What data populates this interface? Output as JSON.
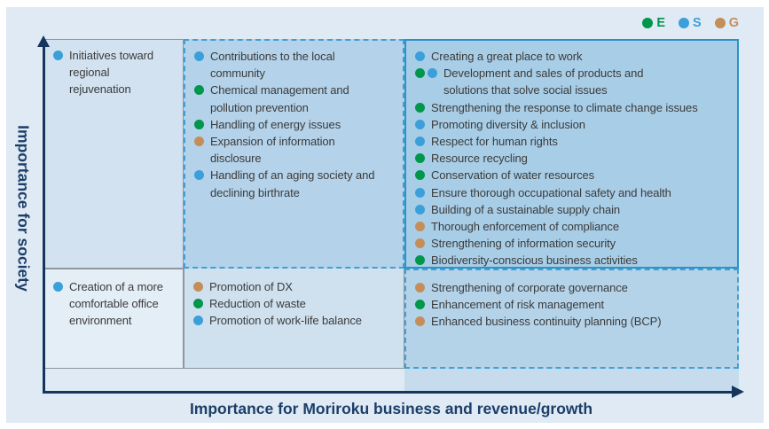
{
  "legend": {
    "items": [
      {
        "label": "E",
        "color": "#00964B"
      },
      {
        "label": "S",
        "color": "#3B9FD9"
      },
      {
        "label": "G",
        "color": "#C48E58"
      }
    ]
  },
  "axes": {
    "x_label": "Importance for Moriroku business and revenue/growth",
    "y_label": "Importance for society"
  },
  "colors": {
    "dot_e": "#00964B",
    "dot_s": "#3B9FD9",
    "dot_g": "#C48E58",
    "panel_bg": "#DFEAF4",
    "cell_r1c1_bg": "#D2E2F0",
    "cell_r1c2_bg": "#B4D2E9",
    "cell_r1c3_bg": "#A8CDE6",
    "cell_r2c1_bg": "#E4EEF7",
    "cell_r2c2_bg": "#CFE1EF",
    "cell_r2c3_bg": "#B4D3E9",
    "band_bg": "#C6DCEC",
    "dashed_border": "#3FA0D5",
    "solid_border": "#2B93C7",
    "gray_border": "#8F969C",
    "axis": "#16355D",
    "axis_label": "#1C3E68",
    "item_text": "#3B3B3B"
  },
  "matrix": {
    "cell_r1c1": [
      {
        "dots": [
          "S"
        ],
        "text": "Initiatives toward\nregional\nrejuvenation"
      }
    ],
    "cell_r1c2": [
      {
        "dots": [
          "S"
        ],
        "text": "Contributions to the local\ncommunity"
      },
      {
        "dots": [
          "E"
        ],
        "text": "Chemical management and\npollution prevention"
      },
      {
        "dots": [
          "E"
        ],
        "text": "Handling of energy issues"
      },
      {
        "dots": [
          "G"
        ],
        "text": "Expansion of information\ndisclosure"
      },
      {
        "dots": [
          "S"
        ],
        "text": "Handling of an aging society and\ndeclining birthrate"
      }
    ],
    "cell_r1c3": [
      {
        "dots": [
          "S"
        ],
        "text": "Creating a great place to work"
      },
      {
        "dots": [
          "E",
          "S"
        ],
        "text": "Development and sales of products and\nsolutions that solve social issues"
      },
      {
        "dots": [
          "E"
        ],
        "text": "Strengthening the response to climate change issues"
      },
      {
        "dots": [
          "S"
        ],
        "text": "Promoting diversity & inclusion"
      },
      {
        "dots": [
          "S"
        ],
        "text": "Respect for human rights"
      },
      {
        "dots": [
          "E"
        ],
        "text": "Resource recycling"
      },
      {
        "dots": [
          "E"
        ],
        "text": "Conservation of water resources"
      },
      {
        "dots": [
          "S"
        ],
        "text": "Ensure thorough occupational safety and health"
      },
      {
        "dots": [
          "S"
        ],
        "text": "Building of a sustainable supply chain"
      },
      {
        "dots": [
          "G"
        ],
        "text": "Thorough enforcement of compliance"
      },
      {
        "dots": [
          "G"
        ],
        "text": "Strengthening of information security"
      },
      {
        "dots": [
          "E"
        ],
        "text": "Biodiversity-conscious business activities"
      }
    ],
    "cell_r2c1": [
      {
        "dots": [
          "S"
        ],
        "text": "Creation of a more\ncomfortable office\nenvironment"
      }
    ],
    "cell_r2c2": [
      {
        "dots": [
          "G"
        ],
        "text": "Promotion of DX"
      },
      {
        "dots": [
          "E"
        ],
        "text": "Reduction of waste"
      },
      {
        "dots": [
          "S"
        ],
        "text": "Promotion of work-life balance"
      }
    ],
    "cell_r2c3": [
      {
        "dots": [
          "G"
        ],
        "text": "Strengthening of corporate governance"
      },
      {
        "dots": [
          "E"
        ],
        "text": "Enhancement of risk management"
      },
      {
        "dots": [
          "G"
        ],
        "text": "Enhanced business continuity planning (BCP)"
      }
    ]
  }
}
